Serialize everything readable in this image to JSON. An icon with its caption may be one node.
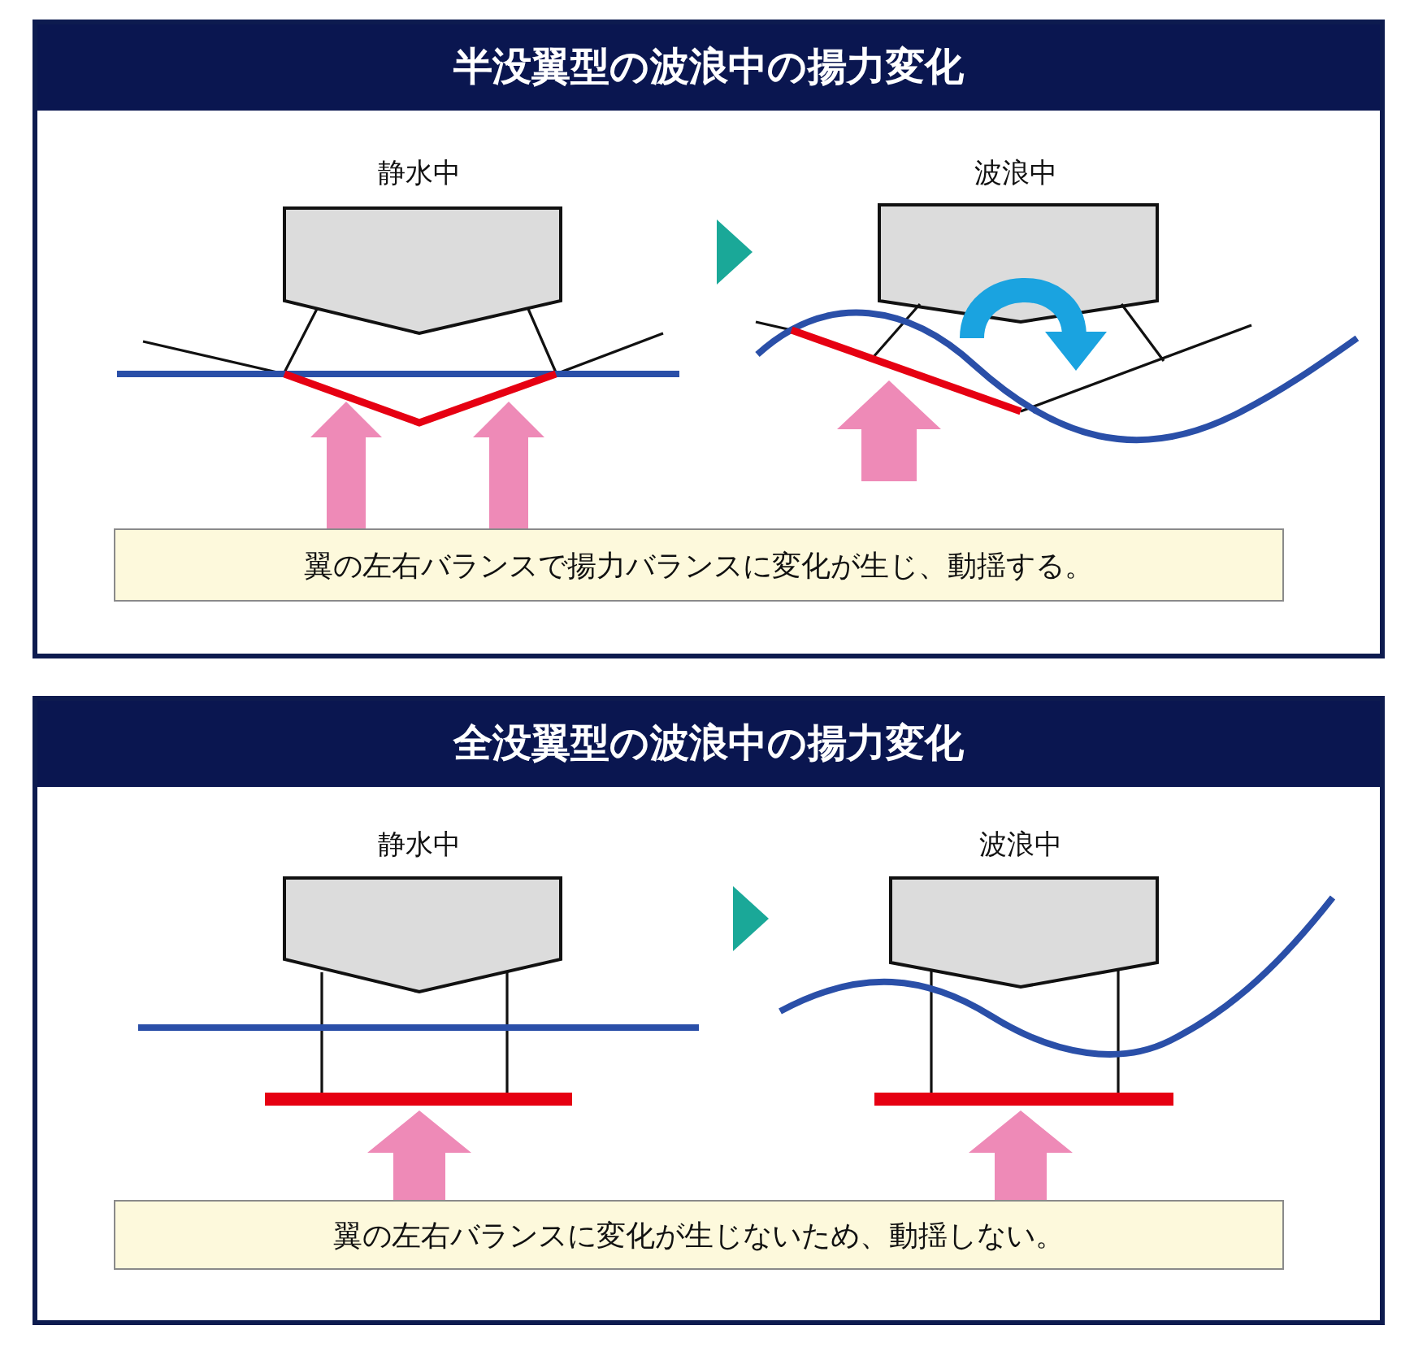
{
  "diagram": {
    "nodes": [
      {
        "text": [
          "半没翼型の波浪中の揚力変化"
        ]
      },
      {
        "text": [
          "静水中"
        ],
        "in": 0
      },
      {
        "text": [
          "波浪中"
        ],
        "in": 0
      },
      {
        "text": [
          "翼の左右バランスで揚力バランスに変化が生じ、動揺する。"
        ],
        "in": 0
      },
      {
        "text": [
          "全没翼型の波浪中の揚力変化"
        ]
      },
      {
        "text": [
          "静水中"
        ],
        "in": 4
      },
      {
        "text": [
          "波浪中"
        ],
        "in": 4
      },
      {
        "text": [
          "翼の左右バランスに変化が生じないため、動揺しない。"
        ],
        "in": 4
      }
    ],
    "edges": [
      {
        "from": 1,
        "to": 2,
        "arrow": "to"
      },
      {
        "from": 5,
        "to": 6,
        "arrow": "to"
      }
    ]
  }
}
